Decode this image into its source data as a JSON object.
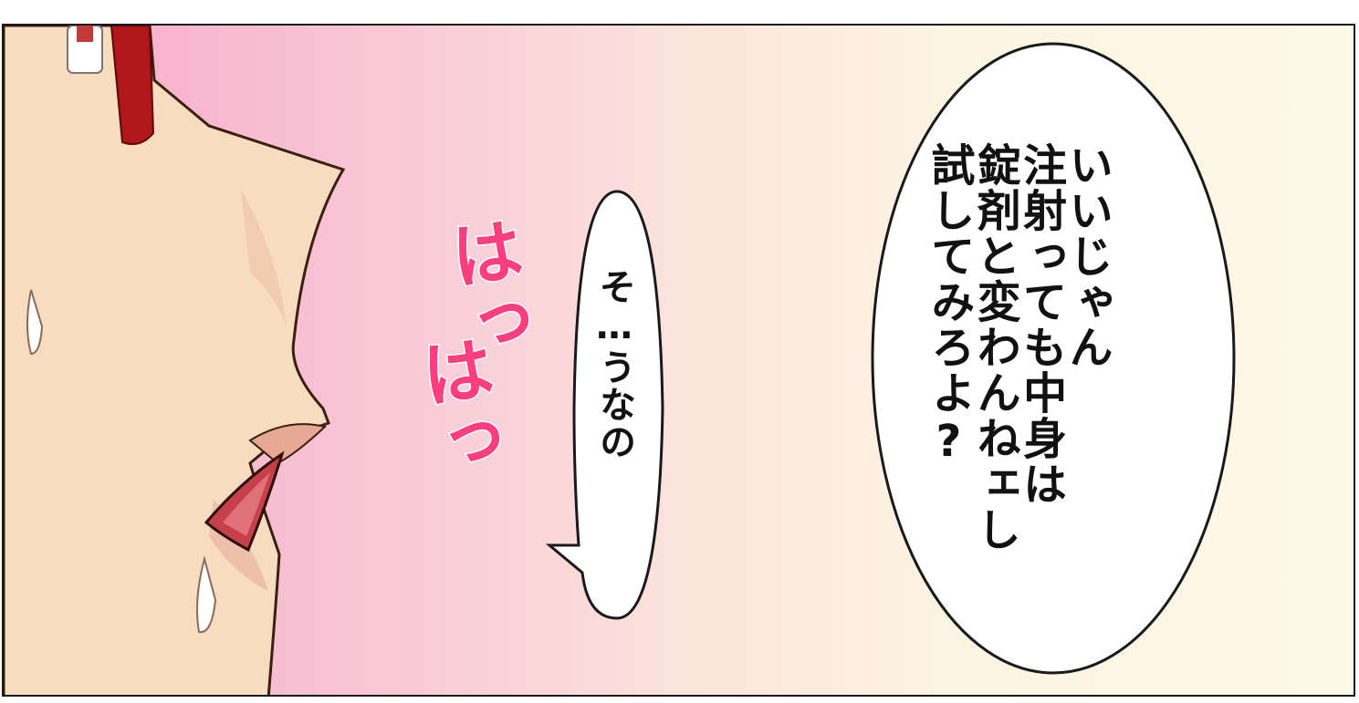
{
  "speech_large": "いいじゃん\n注射っても中身は\n錠剤と変わんねェし\n試してみろよ?",
  "speech_small": "そ…うなの",
  "sfx": [
    "はっ",
    "はっ"
  ],
  "colors": {
    "skin": "#f7dcc0",
    "skin_shadow": "#e8a893",
    "hair": "#b0161a",
    "sfx": "#ff3d7f",
    "bubble_outline": "#1a1a1a"
  }
}
